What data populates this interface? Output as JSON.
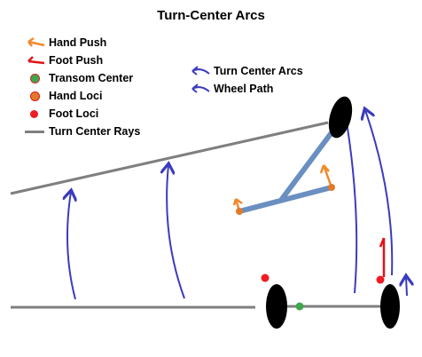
{
  "title": "Turn-Center Arcs",
  "legend_left": [
    {
      "label": "Hand Push",
      "symbol": "arrow",
      "color": "#f08a2c"
    },
    {
      "label": "Foot Push",
      "symbol": "arrow",
      "color": "#e0141a"
    },
    {
      "label": "Transom Center",
      "symbol": "dot",
      "color": "#3fa64a",
      "ring": "#d9262c"
    },
    {
      "label": "Hand Loci",
      "symbol": "dot",
      "color": "#e07a2a",
      "ring": "#e0141a"
    },
    {
      "label": "Foot Loci",
      "symbol": "dot",
      "color": "#ee1c24"
    },
    {
      "label": "Turn Center Rays",
      "symbol": "line",
      "color": "#7f7f7f"
    }
  ],
  "legend_right": [
    {
      "label": "Turn Center Arcs",
      "symbol": "arrow",
      "color": "#3b3bbf"
    },
    {
      "label": "Wheel Path",
      "symbol": "arrow",
      "color": "#3b3bbf"
    }
  ],
  "colors": {
    "ray": "#7f7f7f",
    "arc": "#3b3bbf",
    "frame": "#6a8fc0",
    "wheel": "#000000",
    "hand_push": "#f08a2c",
    "foot_push": "#e0141a",
    "transom": "#3fa64a",
    "foot_loci": "#ee1c24"
  }
}
